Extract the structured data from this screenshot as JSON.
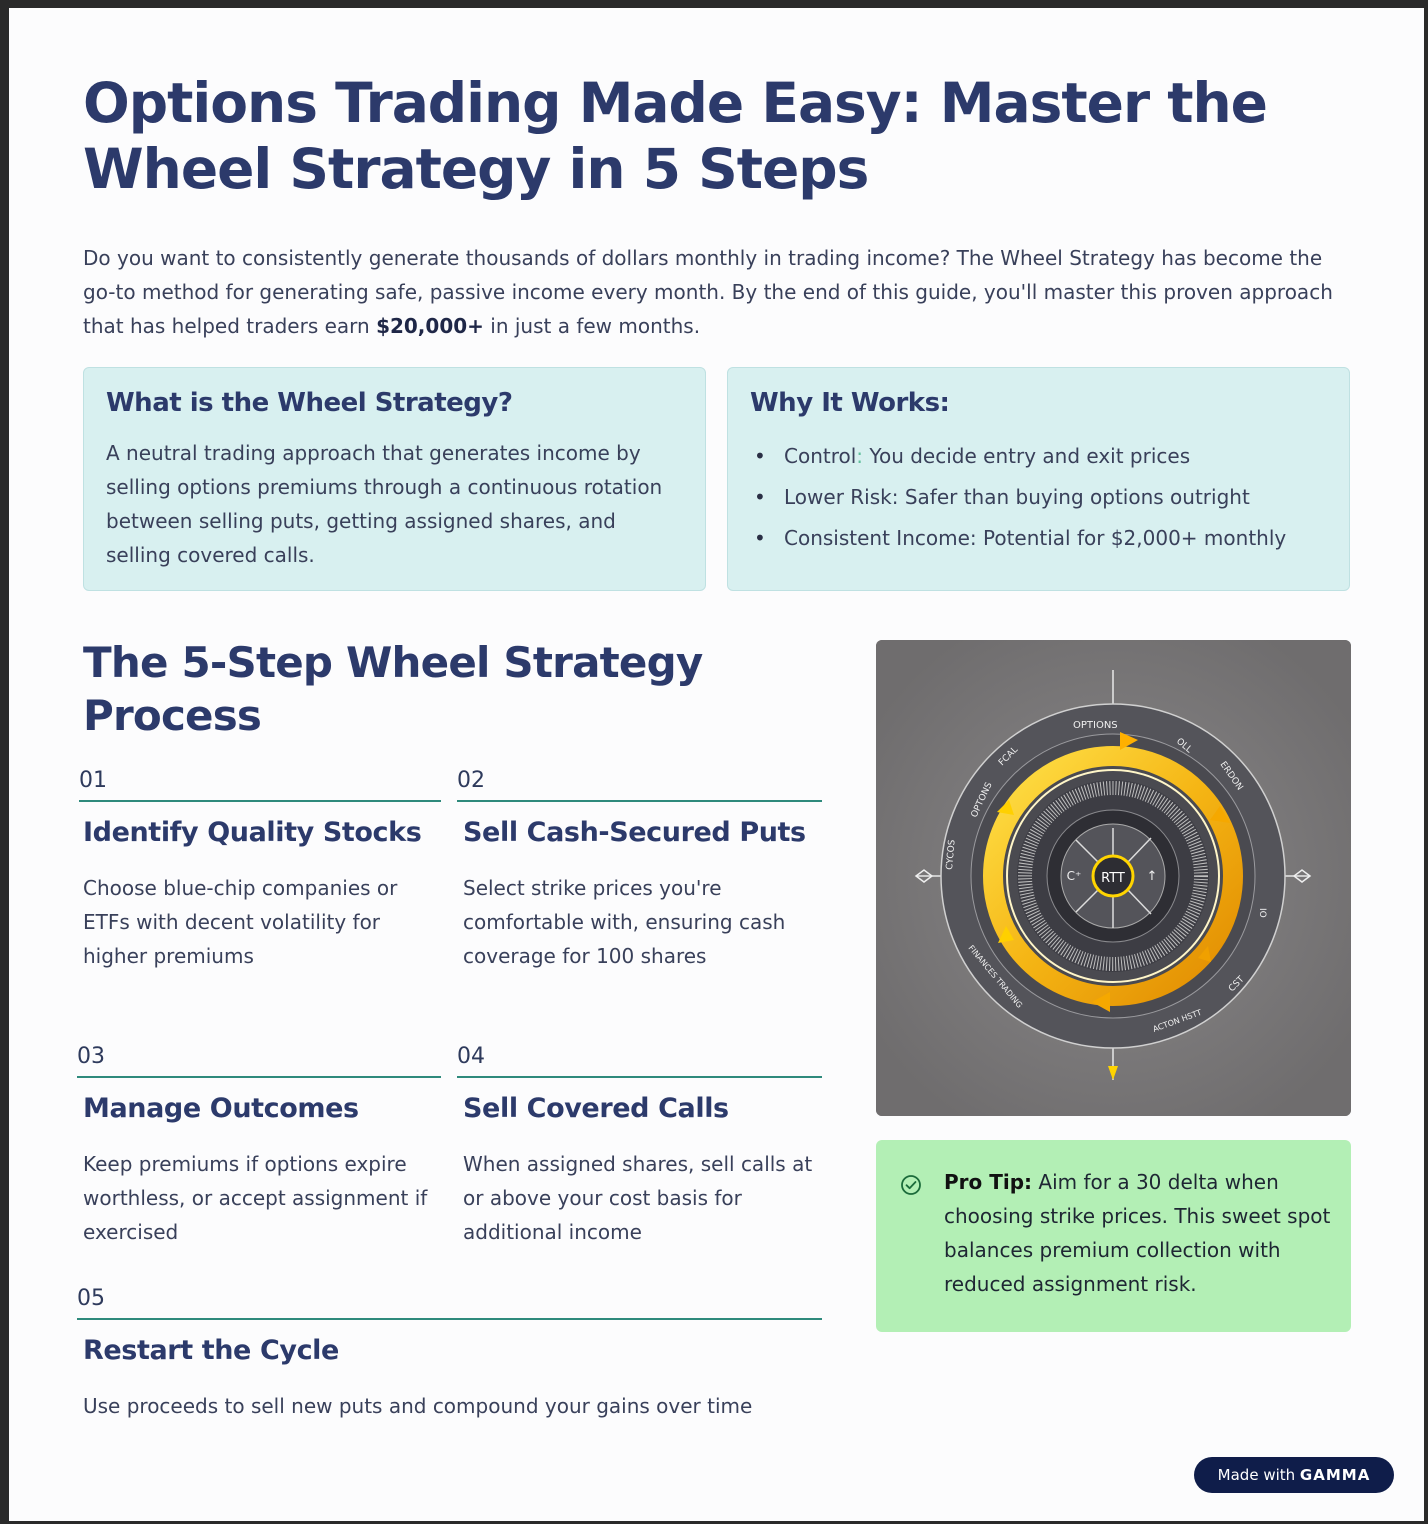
{
  "title": "Options Trading Made Easy: Master the Wheel Strategy in 5 Steps",
  "intro": {
    "text_before": "Do you want to consistently generate thousands of dollars monthly in trading income? The Wheel Strategy has become the go-to method for generating safe, passive income every month. By the end of this guide, you'll master this proven approach that has helped traders earn ",
    "highlight": "$20,000+",
    "text_after": " in just a few months."
  },
  "card_what": {
    "heading": "What is the Wheel Strategy?",
    "body": "A neutral trading approach that generates income by selling options premiums through a continuous rotation between selling puts, getting assigned shares, and selling covered calls."
  },
  "card_why": {
    "heading": "Why It Works:",
    "items": [
      {
        "label": "Control",
        "sep": ":",
        "text": " You decide entry and exit prices"
      },
      {
        "label": "Lower Risk",
        "sep": ":",
        "text": " Safer than buying options outright"
      },
      {
        "label": "Consistent Income",
        "sep": ":",
        "text": " Potential for $2,000+ monthly"
      }
    ]
  },
  "process_heading": "The 5-Step Wheel Strategy Process",
  "steps": [
    {
      "num": "01",
      "title": "Identify Quality Stocks",
      "body": "Choose blue-chip companies or ETFs with decent volatility for higher premiums"
    },
    {
      "num": "02",
      "title": "Sell Cash-Secured Puts",
      "body": "Select strike prices you're comfortable with, ensuring cash coverage for 100 shares"
    },
    {
      "num": "03",
      "title": "Manage Outcomes",
      "body": "Keep premiums if options expire worthless, or accept assignment if exercised"
    },
    {
      "num": "04",
      "title": "Sell Covered Calls",
      "body": "When assigned shares, sell calls at or above your cost basis for additional income"
    },
    {
      "num": "05",
      "title": "Restart the Cycle",
      "body": "Use proceeds to sell new puts and compound your gains over time"
    }
  ],
  "wheel_image": {
    "center_label": "RTT",
    "ring_labels": [
      "OPTIONS",
      "OLL",
      "ERDON",
      "FCAL",
      "OPTONS",
      "CYCOS",
      "FINANCES TRADING",
      "ACTON HSTT",
      "CST",
      "IO"
    ]
  },
  "pro_tip": {
    "label": "Pro Tip:",
    "text": " Aim for a 30 delta when choosing strike prices. This sweet spot balances premium collection with reduced assignment risk."
  },
  "badge": {
    "prefix": "Made with ",
    "brand": "GAMMA"
  },
  "colors": {
    "heading": "#2c3a6b",
    "accent_line": "#2e8a7c",
    "card_bg": "#d8f0f0",
    "tip_bg": "#b3efb5",
    "badge_bg": "#0f1d4a"
  },
  "icons": [
    "check-circle-icon"
  ]
}
